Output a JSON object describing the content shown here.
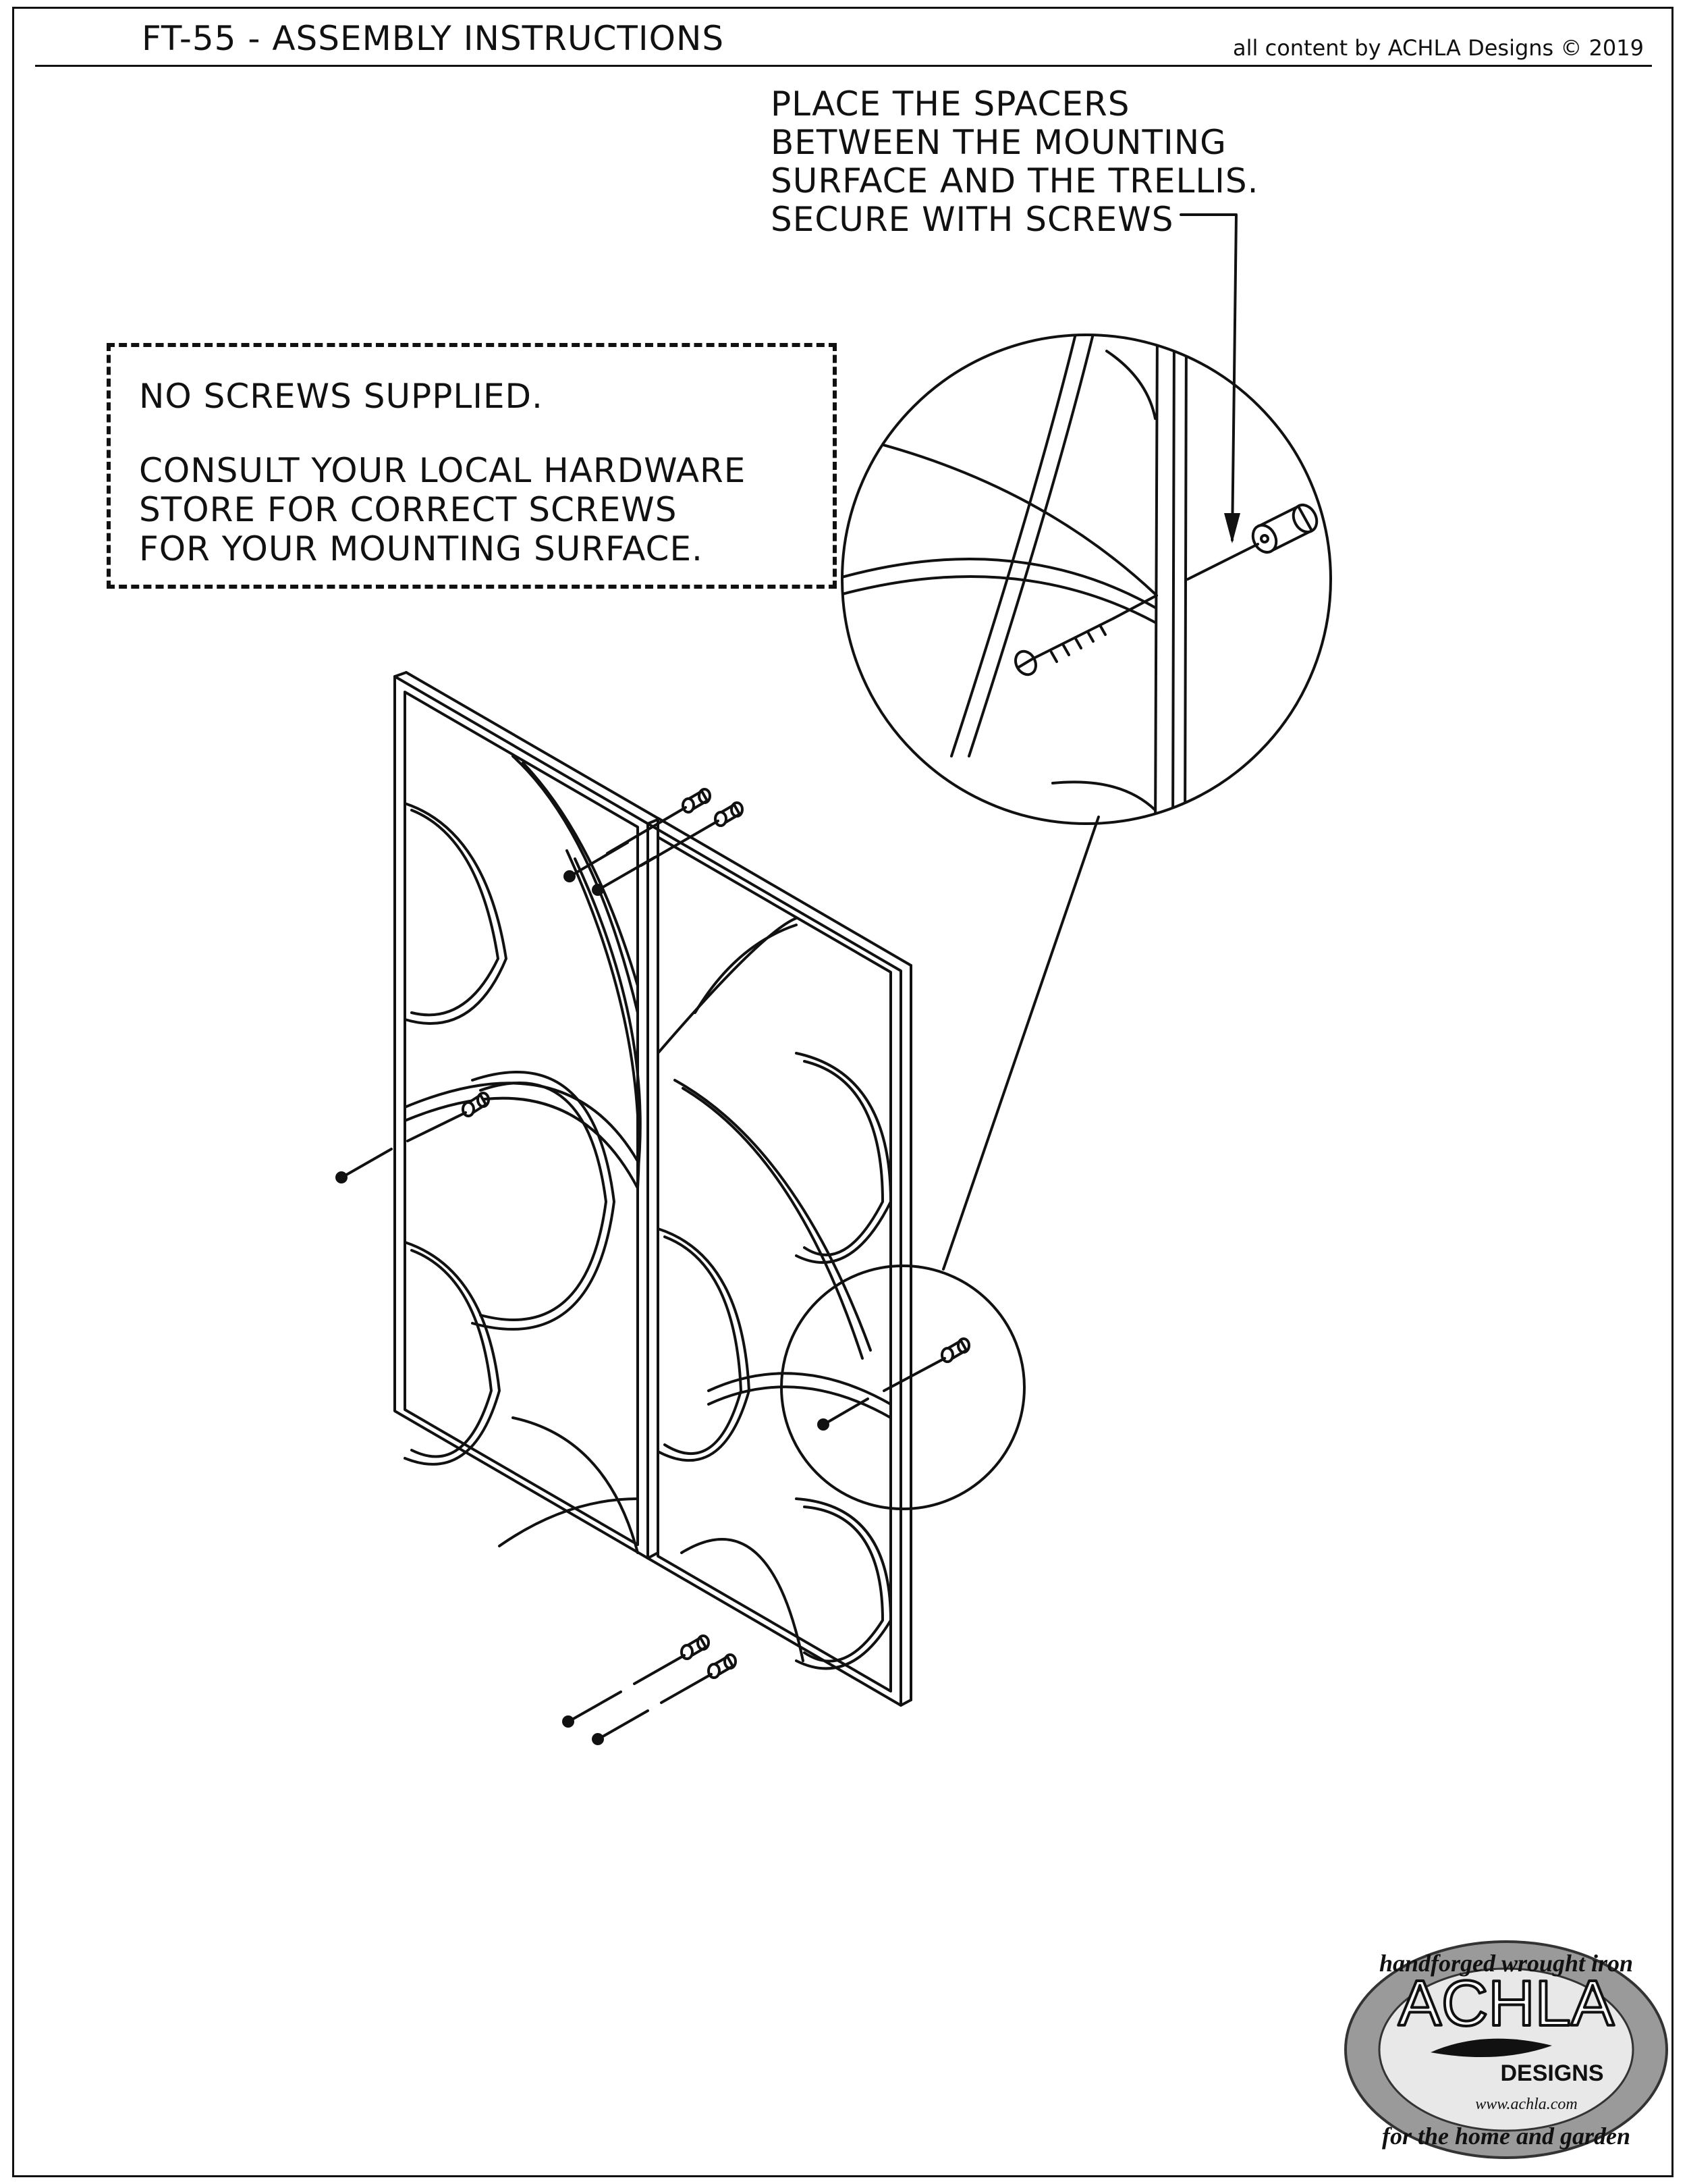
{
  "header": {
    "title": "FT-55 - ASSEMBLY INSTRUCTIONS",
    "copyright": "all content by ACHLA Designs © 2019"
  },
  "instruction": {
    "lines": [
      "PLACE THE SPACERS",
      "BETWEEN THE MOUNTING",
      "SURFACE AND THE TRELLIS.",
      "SECURE WITH SCREWS"
    ]
  },
  "note": {
    "line1": "NO SCREWS SUPPLIED.",
    "lines": [
      "CONSULT YOUR LOCAL HARDWARE",
      "STORE FOR CORRECT SCREWS",
      "FOR YOUR MOUNTING SURFACE."
    ]
  },
  "logo": {
    "name": "ACHLA",
    "sub": "DESIGNS",
    "tagline_top": "handforged wrought iron",
    "tagline_bottom": "for the home and garden",
    "url": "www.achla.com"
  }
}
